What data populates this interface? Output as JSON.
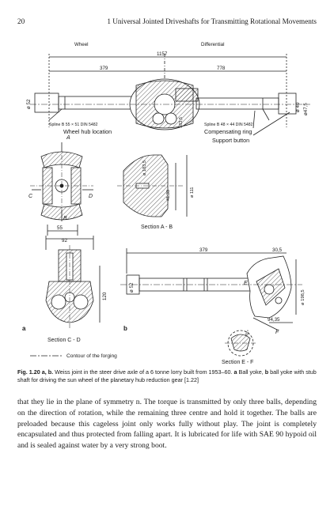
{
  "header": {
    "page_number": "20",
    "running_head": "1  Universal Jointed Driveshafts for Transmitting Rotational Movements"
  },
  "figure": {
    "labels": {
      "wheel": "Wheel",
      "differential": "Differential",
      "dim_1157": "1157",
      "dim_379_top": "379",
      "dim_778": "778",
      "dim_52_left": "ø 52",
      "dim_40": "ø 40",
      "dim_47_5": "ø47,5",
      "dim_183_5_top": "183,5",
      "spline_left": "Spline B 55 × 51 DIN 5482",
      "wheel_hub_location": "Wheel hub location",
      "spline_right": "Spline B 48 × 44 DIN 5482",
      "compensating_ring": "Compensating ring",
      "support_button": "Support button",
      "letter_A": "A",
      "letter_B": "B",
      "letter_C": "C",
      "letter_D": "D",
      "dim_55": "55",
      "dim_183_5_mid": "ø 183,5",
      "dim_41_33": "41,33",
      "dim_111": "ø 111",
      "section_ab": "Section A - B",
      "dim_92": "92",
      "dim_120": "120",
      "dim_52_b": "ø 52",
      "section_cd": "Section C - D",
      "label_a": "a",
      "label_b": "b",
      "dim_379_b": "379",
      "dim_30_5": "30,5",
      "letter_E": "E",
      "letter_F": "F",
      "dim_198_5": "ø 198,5",
      "dim_94_35": "94,35",
      "dim_45": "45°",
      "contour_forging": "Contour of the forging",
      "section_ef": "Section E - F"
    }
  },
  "caption": {
    "label": "Fig. 1.20 a, b.",
    "text_1": " Weiss joint in the steer drive axle of a 6 tonne lorry built from 1953–60. ",
    "a_label": "a",
    "text_2": " Ball yoke, ",
    "b_label": "b",
    "text_3": " ball yoke with stub shaft for driving the sun wheel of the planetary hub reduction gear [1.22]"
  },
  "body": {
    "paragraph": "that they lie in the plane of symmetry n. The torque is transmitted by only three balls, depending on the direction of rotation, while the remaining three centre and hold it together. The balls are preloaded because this cageless joint only works fully without play. The joint is completely encapsulated and thus protected from falling apart. It is lubricated for life with SAE 90 hypoid oil and is sealed against water by a very strong boot."
  }
}
